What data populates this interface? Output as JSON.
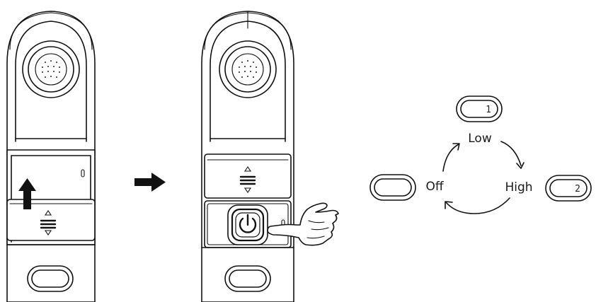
{
  "labels": {
    "low": "Low",
    "high": "High",
    "off": "Off"
  },
  "indicator_digits": {
    "low": "1",
    "high": "2",
    "off": ""
  },
  "colors": {
    "line": "#111111",
    "background": "#ffffff",
    "arrow_fill": "#111111"
  },
  "icons": {
    "slide_arrow": "arrow-up-icon",
    "step_arrow": "arrow-right-icon",
    "power": "power-icon",
    "hand": "pointing-hand-icon"
  }
}
